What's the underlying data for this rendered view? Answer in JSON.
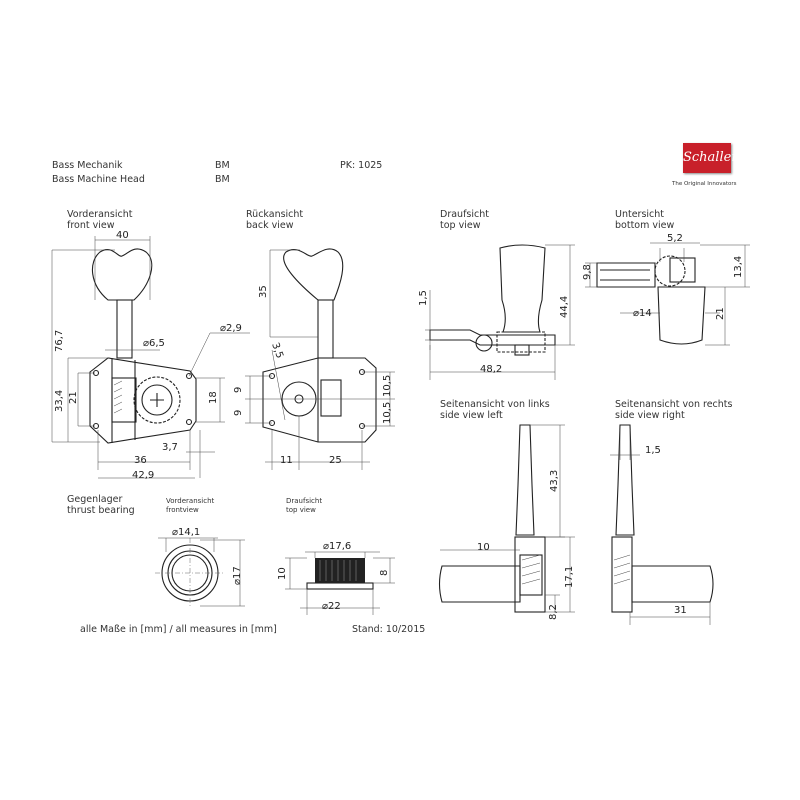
{
  "header": {
    "title_de": "Bass Mechanik",
    "title_en": "Bass Machine Head",
    "code_de": "BM",
    "code_en": "BM",
    "pk": "PK: 1025",
    "logo_text": "Schaller",
    "logo_tagline": "The Original Innovators",
    "brand_color": "#c8202a"
  },
  "views": {
    "front": {
      "de": "Vorderansicht",
      "en": "front view"
    },
    "back": {
      "de": "Rückansicht",
      "en": "back view"
    },
    "top": {
      "de": "Draufsicht",
      "en": "top view"
    },
    "bottom": {
      "de": "Untersicht",
      "en": "bottom view"
    },
    "side_left": {
      "de": "Seitenansicht von links",
      "en": "side view left"
    },
    "side_right": {
      "de": "Seitenansicht von rechts",
      "en": "side view right"
    },
    "thrust": {
      "de": "Gegenlager",
      "en": "thrust bearing"
    },
    "thrust_front": {
      "de": "Vorderansicht",
      "en": "frontview"
    },
    "thrust_top": {
      "de": "Draufsicht",
      "en": "top view"
    }
  },
  "dims": {
    "front": {
      "width": "40",
      "height": "76,7",
      "shaft": "⌀6,5",
      "hole": "⌀2,9",
      "plate_h": "33,4",
      "holes_v": "21",
      "right_h": "18",
      "offset": "3,7",
      "holes_h": "36",
      "plate_w": "42,9"
    },
    "back": {
      "knob": "35",
      "edge": "3,5",
      "up": "9",
      "down": "9",
      "r_up": "10,5",
      "r_down": "10,5",
      "left": "11",
      "right": "25"
    },
    "top": {
      "plate": "1,5",
      "height": "44,4",
      "width": "48,2"
    },
    "bottom": {
      "gear": "5,2",
      "plate": "9,8",
      "overall": "13,4",
      "post": "⌀14",
      "post_len": "21"
    },
    "side_left": {
      "height": "43,3",
      "offset": "10",
      "body": "17,1",
      "base": "8,2"
    },
    "side_right": {
      "thick": "1,5",
      "post": "31"
    },
    "thrust": {
      "inner": "⌀14,1",
      "outer": "⌀17",
      "top_d": "⌀17,6",
      "h": "10",
      "h2": "8",
      "flange": "⌀22"
    }
  },
  "footer": {
    "units": "alle Maße in [mm] / all measures in [mm]",
    "date": "Stand: 10/2015"
  }
}
